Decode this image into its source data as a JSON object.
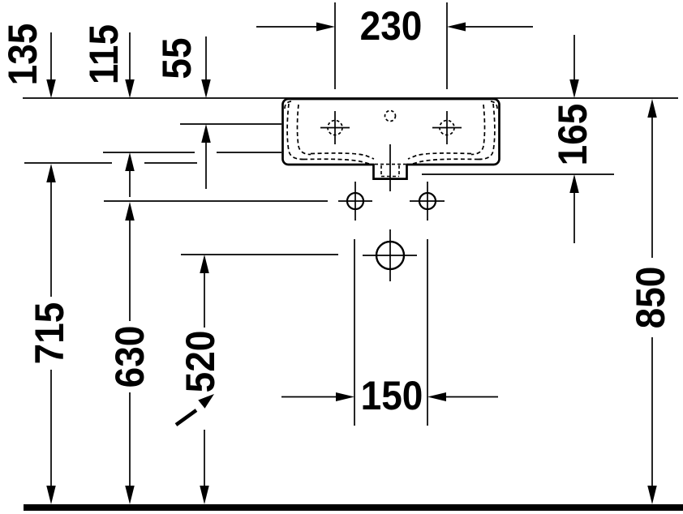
{
  "drawing": {
    "kind": "washbasin installation dimension drawing",
    "background": "#ffffff",
    "line_color": "#000000"
  },
  "labels": {
    "d230": "230",
    "d135": "135",
    "d115": "115",
    "d55": "55",
    "d165": "165",
    "d850": "850",
    "d715": "715",
    "d630": "630",
    "d520": "520",
    "d150": "150"
  }
}
